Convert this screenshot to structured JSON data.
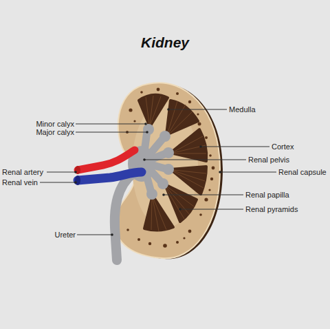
{
  "diagram": {
    "title": "Kidney",
    "labels": [
      "Minor calyx",
      "Major calyx",
      "Renal artery",
      "Renal vein",
      "Ureter",
      "Medulla",
      "Cortex",
      "Renal pelvis",
      "Renal capsule",
      "Renal papilla",
      "Renal pyramids"
    ]
  }
}
